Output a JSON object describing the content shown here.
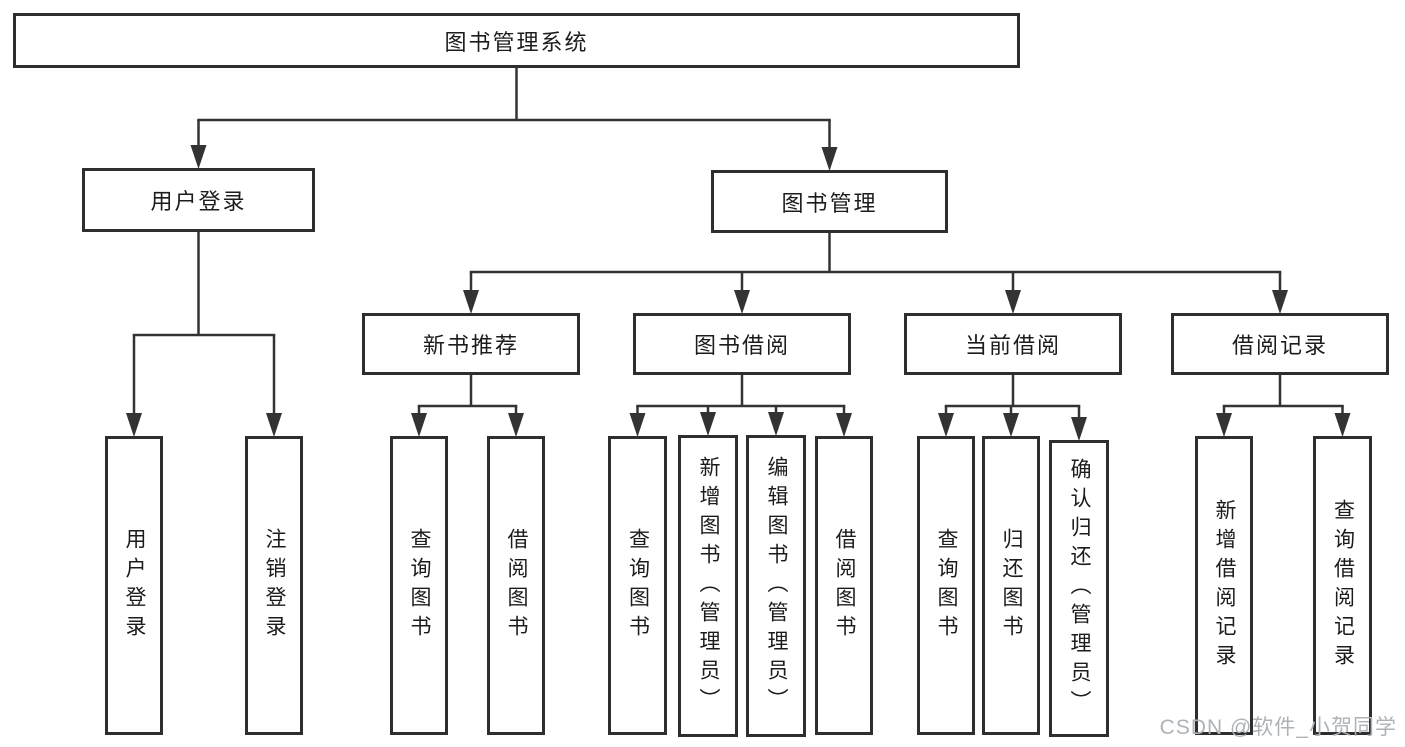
{
  "diagram": {
    "type": "hierarchy-tree",
    "title": "图书管理系统"
  },
  "nodes": {
    "root": {
      "label": "图书管理系统"
    },
    "user_login": {
      "label": "用户登录"
    },
    "book_mgmt": {
      "label": "图书管理"
    },
    "new_book_rec": {
      "label": "新书推荐"
    },
    "book_borrow": {
      "label": "图书借阅"
    },
    "current_borrow": {
      "label": "当前借阅"
    },
    "borrow_records": {
      "label": "借阅记录"
    },
    "leaf_user_login": {
      "label": "用户登录"
    },
    "leaf_logout": {
      "label": "注销登录"
    },
    "leaf_query_book_1": {
      "label": "查询图书"
    },
    "leaf_borrow_book_1": {
      "label": "借阅图书"
    },
    "leaf_query_book_2": {
      "label": "查询图书"
    },
    "leaf_add_book": {
      "label": "新增图书（管理员）"
    },
    "leaf_edit_book": {
      "label": "编辑图书（管理员）"
    },
    "leaf_borrow_book_2": {
      "label": "借阅图书"
    },
    "leaf_query_book_3": {
      "label": "查询图书"
    },
    "leaf_return_book": {
      "label": "归还图书"
    },
    "leaf_confirm_return": {
      "label": "确认归还（管理员）"
    },
    "leaf_add_record": {
      "label": "新增借阅记录"
    },
    "leaf_query_record": {
      "label": "查询借阅记录"
    }
  },
  "edges": [
    [
      "root",
      "user_login"
    ],
    [
      "root",
      "book_mgmt"
    ],
    [
      "user_login",
      "leaf_user_login"
    ],
    [
      "user_login",
      "leaf_logout"
    ],
    [
      "book_mgmt",
      "new_book_rec"
    ],
    [
      "book_mgmt",
      "book_borrow"
    ],
    [
      "book_mgmt",
      "current_borrow"
    ],
    [
      "book_mgmt",
      "borrow_records"
    ],
    [
      "new_book_rec",
      "leaf_query_book_1"
    ],
    [
      "new_book_rec",
      "leaf_borrow_book_1"
    ],
    [
      "book_borrow",
      "leaf_query_book_2"
    ],
    [
      "book_borrow",
      "leaf_add_book"
    ],
    [
      "book_borrow",
      "leaf_edit_book"
    ],
    [
      "book_borrow",
      "leaf_borrow_book_2"
    ],
    [
      "current_borrow",
      "leaf_query_book_3"
    ],
    [
      "current_borrow",
      "leaf_return_book"
    ],
    [
      "current_borrow",
      "leaf_confirm_return"
    ],
    [
      "borrow_records",
      "leaf_add_record"
    ],
    [
      "borrow_records",
      "leaf_query_record"
    ]
  ],
  "watermark": {
    "text": "CSDN @软件_小贺同学",
    "color": "#aeb3b8"
  },
  "colors": {
    "line": "#333333",
    "border": "#2e2e2e",
    "text": "#1c1c1c",
    "background": "#ffffff"
  }
}
